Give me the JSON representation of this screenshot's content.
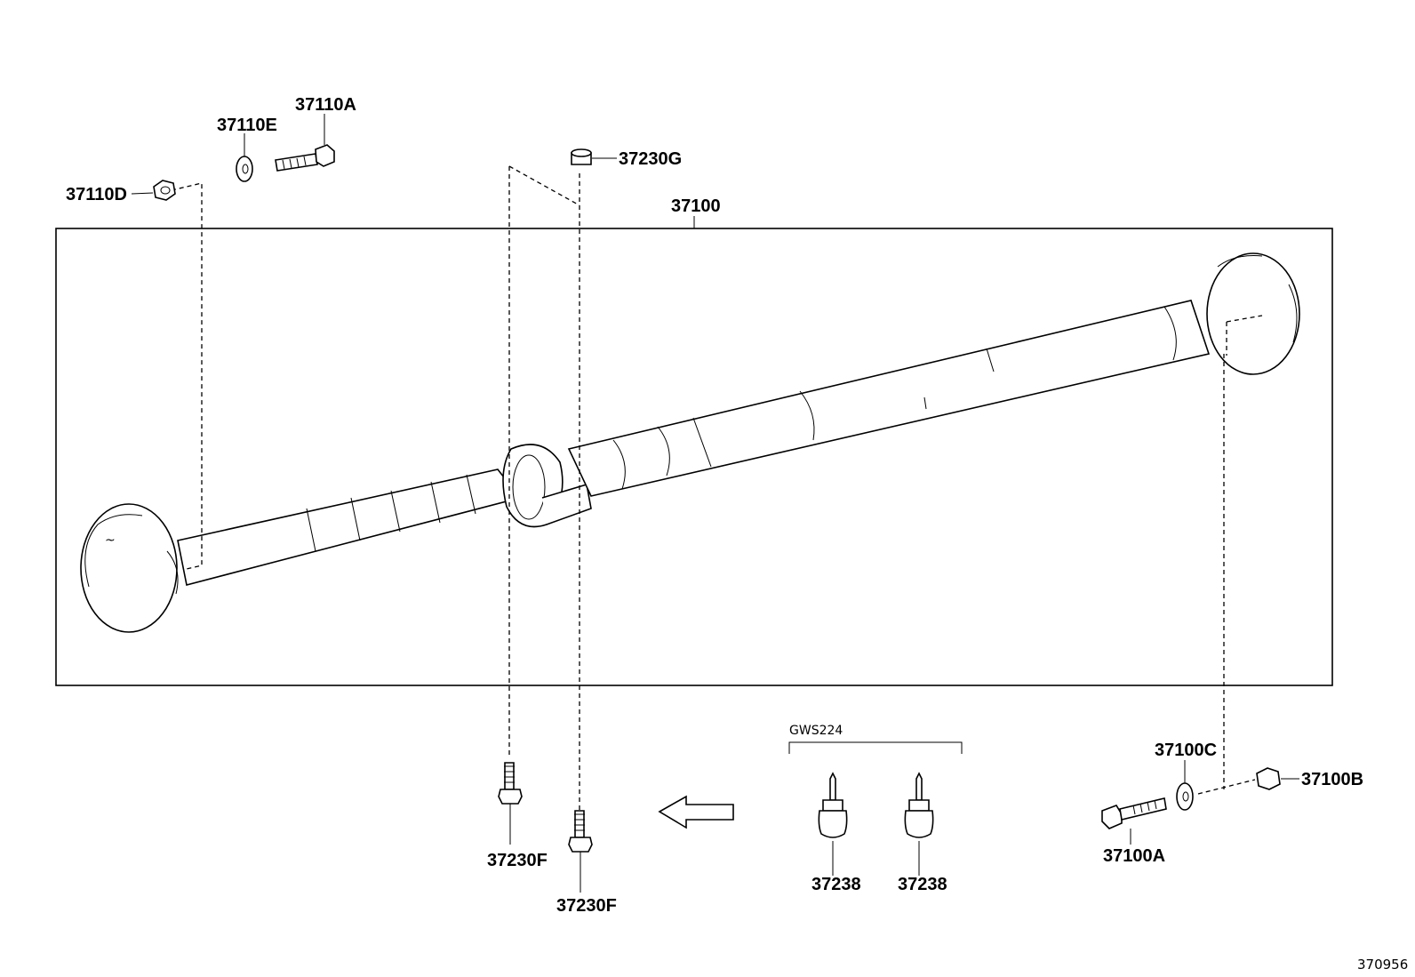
{
  "diagram_id": "370956",
  "assembly_label": "37100",
  "kit_label": "GWS224",
  "parts": {
    "p37110A": "37110A",
    "p37110E": "37110E",
    "p37110D": "37110D",
    "p37230G": "37230G",
    "p37230F_left": "37230F",
    "p37230F_right": "37230F",
    "p37238_left": "37238",
    "p37238_right": "37238",
    "p37100C": "37100C",
    "p37100B": "37100B",
    "p37100A": "37100A"
  }
}
